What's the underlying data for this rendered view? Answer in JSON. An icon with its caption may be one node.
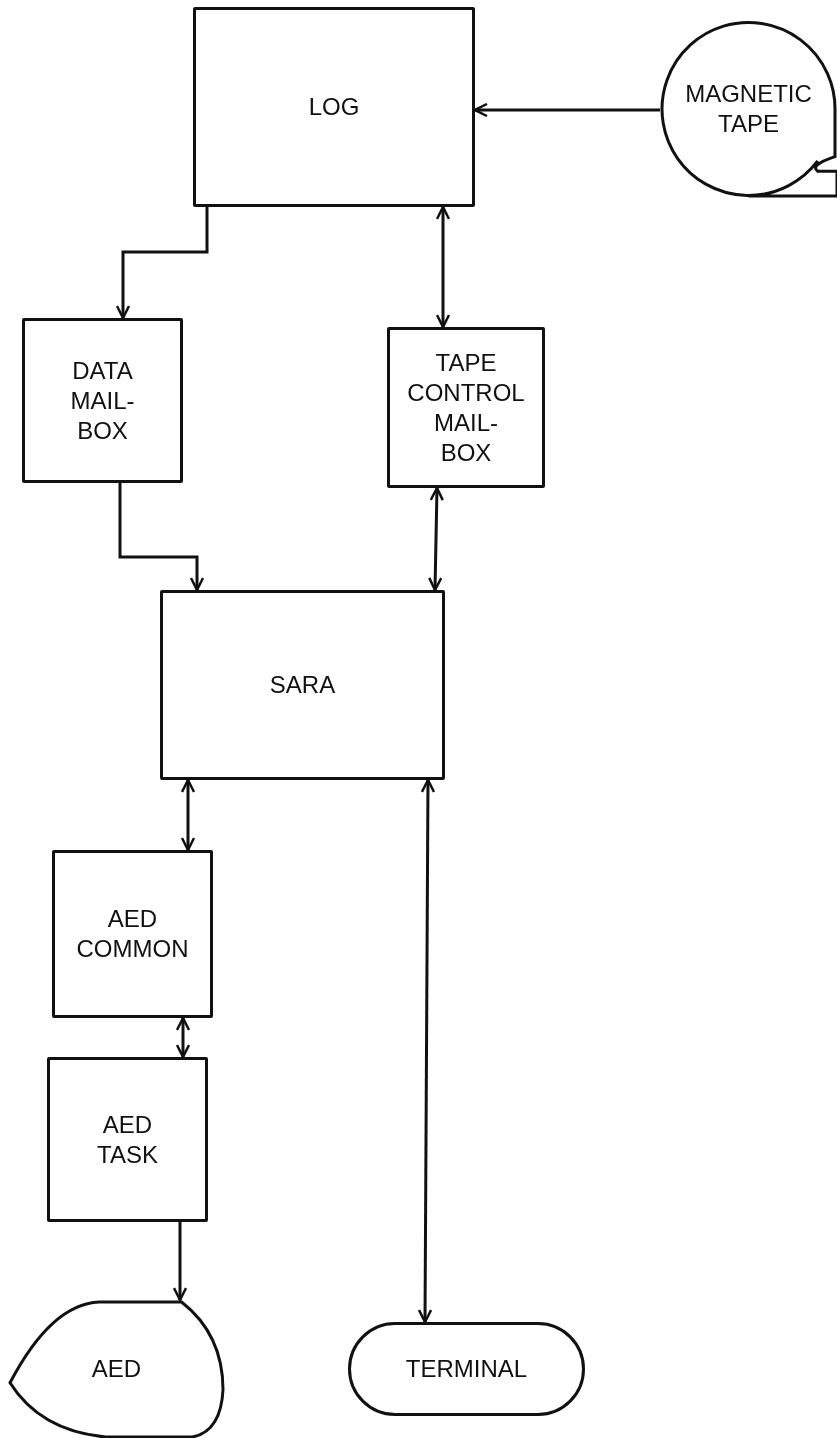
{
  "diagram": {
    "nodes": [
      {
        "text": [
          "LOG"
        ]
      },
      {
        "text": [
          "MAGNETIC TAPE"
        ]
      },
      {
        "text": [
          "DATA MAIL- BOX"
        ]
      },
      {
        "text": [
          "TAPE CONTROL MAIL- BOX"
        ]
      },
      {
        "text": [
          "SARA"
        ]
      },
      {
        "text": [
          "AED COMMON"
        ]
      },
      {
        "text": [
          "AED TASK"
        ]
      },
      {
        "text": [
          "AED"
        ]
      },
      {
        "text": [
          "TERMINAL"
        ]
      }
    ],
    "edges": [
      {
        "from": 1,
        "to": 0,
        "arrow": "to"
      },
      {
        "from": 0,
        "to": 2,
        "arrow": "to"
      },
      {
        "from": 0,
        "to": 3,
        "arrow": "both"
      },
      {
        "from": 3,
        "to": 4,
        "arrow": "both"
      },
      {
        "from": 2,
        "to": 4,
        "arrow": "to"
      },
      {
        "from": 4,
        "to": 5,
        "arrow": "both"
      },
      {
        "from": 5,
        "to": 6,
        "arrow": "both"
      },
      {
        "from": 6,
        "to": 7,
        "arrow": "to"
      },
      {
        "from": 4,
        "to": 8,
        "arrow": "both"
      }
    ]
  }
}
